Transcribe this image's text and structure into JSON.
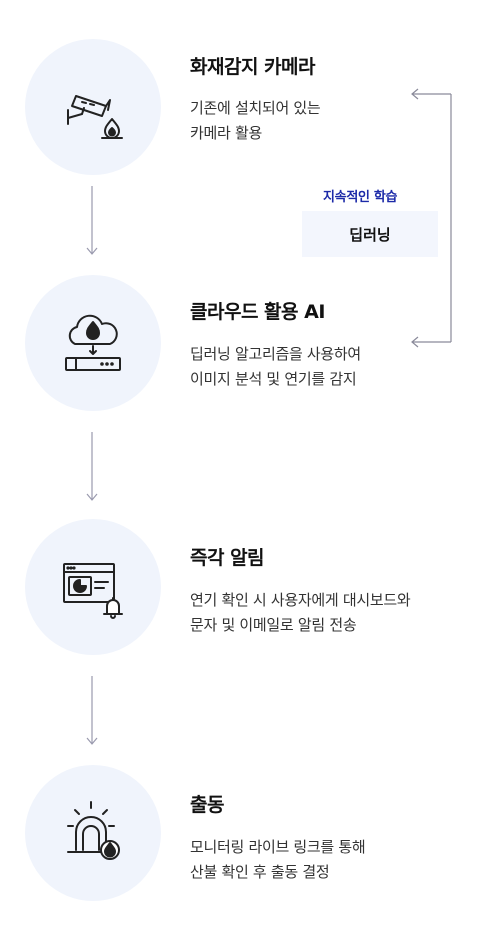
{
  "steps": [
    {
      "title": "화재감지 카메라",
      "desc": [
        "기존에 설치되어 있는",
        "카메라 활용"
      ],
      "icon": "cctv-fire-icon"
    },
    {
      "title": "클라우드 활용 AI",
      "desc": [
        "딥러닝 알고리즘을 사용하여",
        "이미지 분석 및 연기를 감지"
      ],
      "icon": "cloud-server-fire-icon"
    },
    {
      "title": "즉각 알림",
      "desc": [
        "연기 확인 시 사용자에게 대시보드와",
        "문자 및 이메일로 알림 전송"
      ],
      "icon": "dashboard-bell-icon"
    },
    {
      "title": "출동",
      "desc": [
        "모니터링 라이브 링크를 통해",
        "산불 확인 후 출동 결정"
      ],
      "icon": "siren-fire-icon"
    }
  ],
  "loop": {
    "label": "지속적인 학습",
    "box": "딥러닝"
  },
  "colors": {
    "circle_bg": "#f0f4fc",
    "accent": "#1c2aa8",
    "arrow": "#9a9aae"
  }
}
